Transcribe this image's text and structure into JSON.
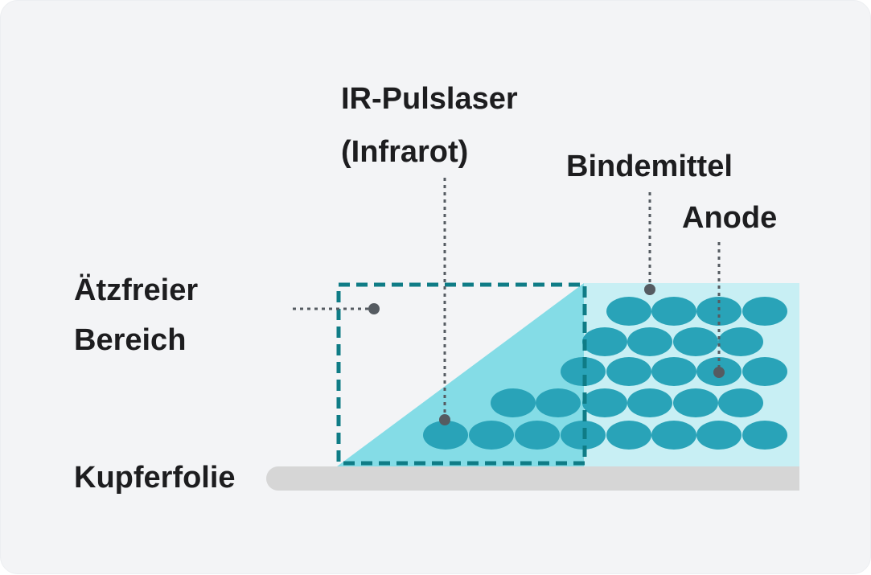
{
  "labels": {
    "laser_line1": "IR-Pulslaser",
    "laser_line2": "(Infrarot)",
    "binder": "Bindemittel",
    "anode": "Anode",
    "etch_line1": "Ätzfreier",
    "etch_line2": "Bereich",
    "foil": "Kupferfolie"
  },
  "colors": {
    "background": "#f3f4f6",
    "binder_fill": "#c8eff4",
    "wedge_fill": "#84dce6",
    "particle_fill": "#29a3b8",
    "dashed_box": "#0f7c86",
    "foil": "#d6d6d6",
    "callout": "#555b61",
    "text": "#1d1d1f"
  }
}
